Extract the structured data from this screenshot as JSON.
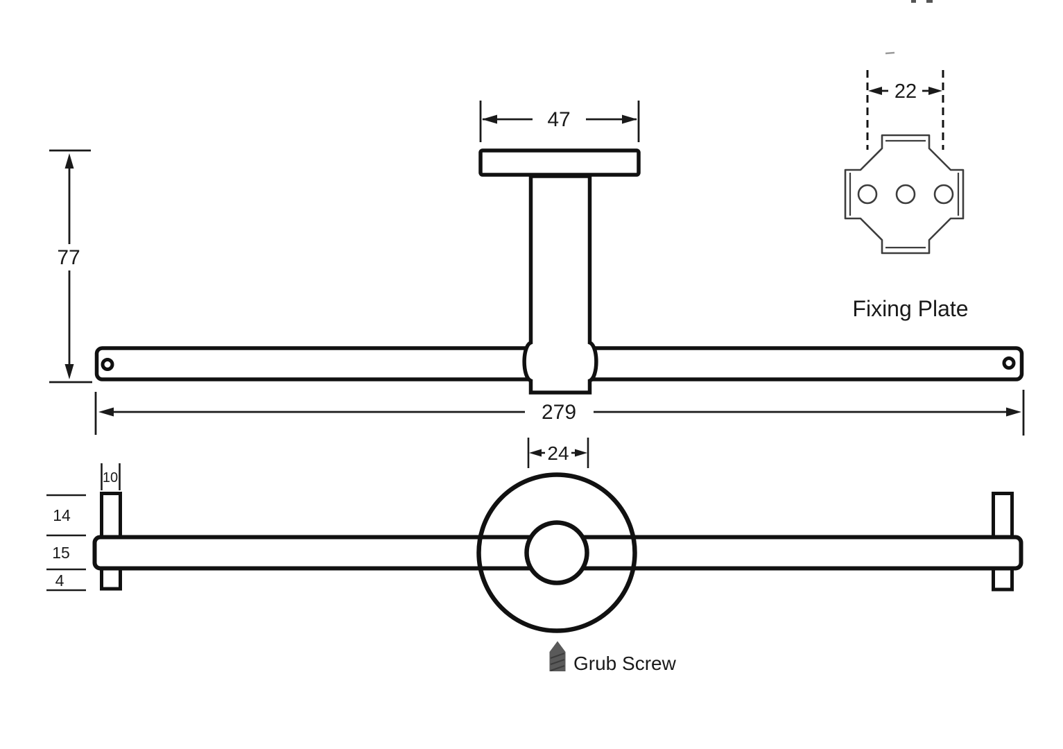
{
  "drawing": {
    "background_color": "#ffffff",
    "outline_color": "#111111",
    "dimension_color": "#1a1a1a",
    "detail_line_color": "#3d3d3d",
    "screw_fill_color": "#5a5a5a",
    "text_color": "#1a1a1a"
  },
  "top_view": {
    "plate_width": "47",
    "height": "77",
    "overall_width": "279"
  },
  "fixing_plate": {
    "label": "Fixing Plate",
    "hole_spacing": "22"
  },
  "front_view": {
    "boss_diameter": "24",
    "post_width": "10",
    "post_height_above_rail": "14",
    "rail_thickness": "15",
    "post_depth_below_rail": "4"
  },
  "grub_screw": {
    "label": "Grub Screw"
  }
}
